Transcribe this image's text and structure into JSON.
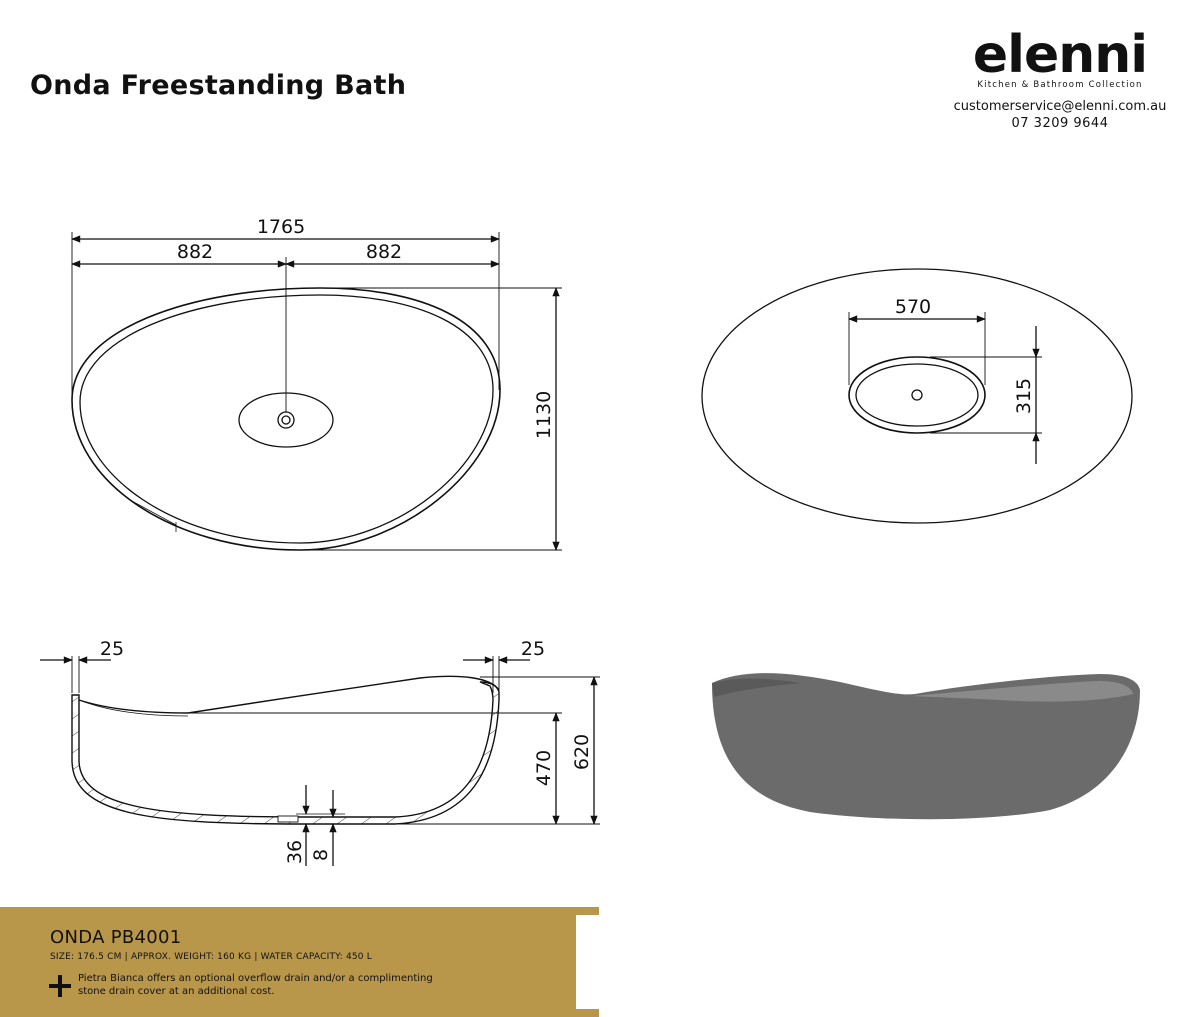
{
  "header": {
    "title": "Onda Freestanding Bath"
  },
  "brand": {
    "logo_text": "elenni",
    "tagline": "Kitchen & Bathroom Collection",
    "email": "customerservice@elenni.com.au",
    "phone": "07 3209 9644"
  },
  "plan_view": {
    "overall_length": "1765",
    "half_left": "882",
    "half_right": "882",
    "overall_width": "1130"
  },
  "base_view": {
    "drain_length": "570",
    "drain_width": "315"
  },
  "side_view": {
    "wall_left": "25",
    "wall_right": "25",
    "inner_depth": "470",
    "overall_height": "620",
    "drain_depth": "36",
    "base_thickness": "8"
  },
  "footer": {
    "model": "ONDA PB4001",
    "specs": "SIZE: 176.5 CM | APPROX. WEIGHT: 160 KG | WATER CAPACITY: 450 L",
    "note": "Pietra Bianca offers an optional overflow drain and/or a complimenting stone drain cover at an additional cost.",
    "accent_color": "#b9974a"
  },
  "colors": {
    "line": "#111111",
    "render_body": "#6b6b6b"
  }
}
